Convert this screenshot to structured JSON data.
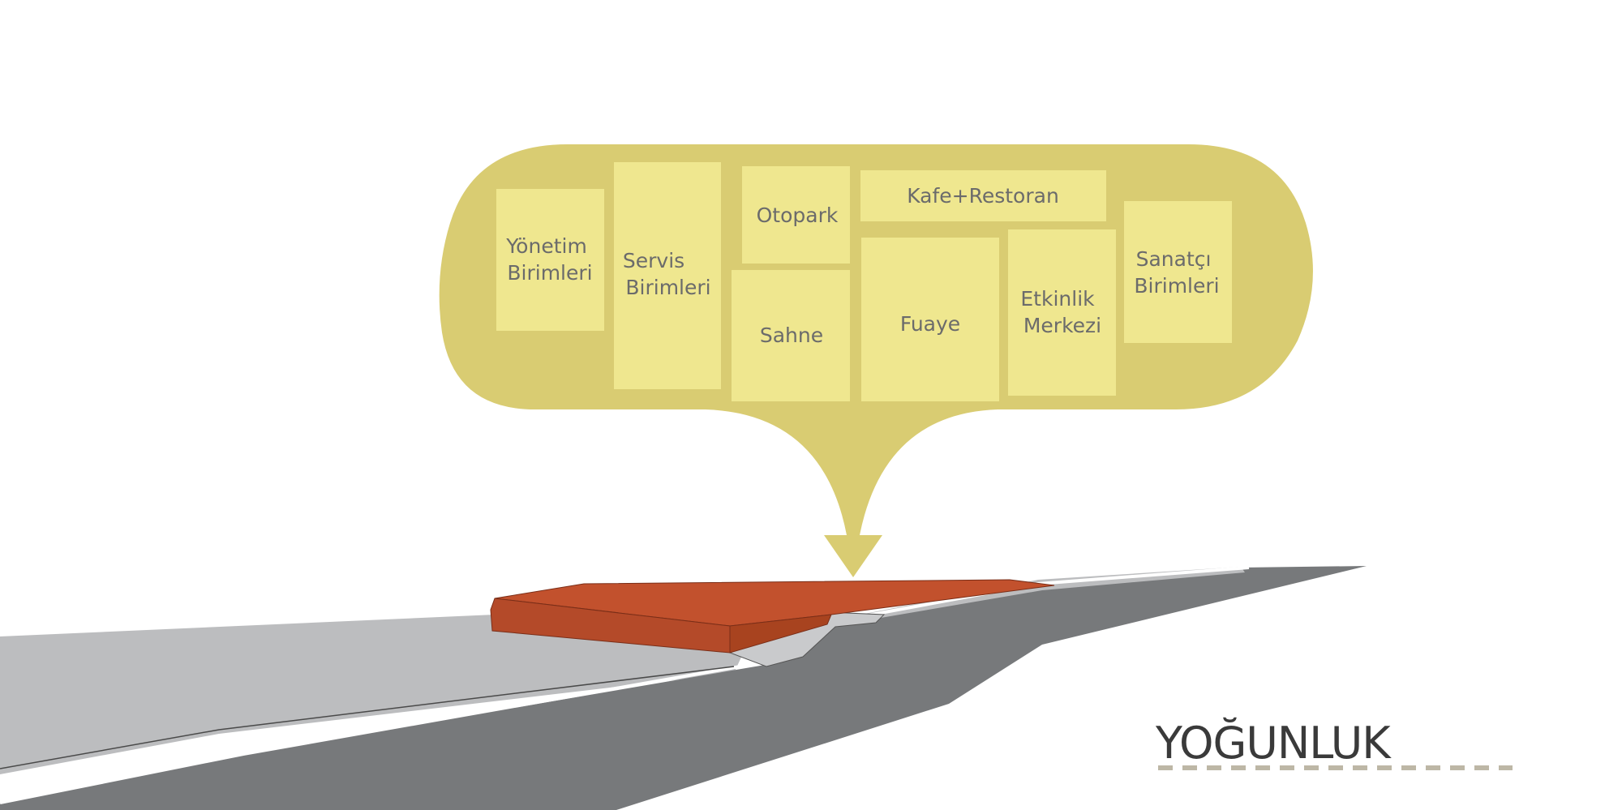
{
  "colors": {
    "bubble": "#d9cc72",
    "room": "#efe78f",
    "building_top": "#c2512d",
    "building_side": "#b44a29",
    "road_light": "#bcbdbf",
    "road_dark": "#77797b",
    "title_underline": "#bdb7a6"
  },
  "rooms": [
    {
      "id": "yonetim",
      "lines": [
        "Yönetim",
        "Birimleri"
      ]
    },
    {
      "id": "servis",
      "lines": [
        "Servis",
        "Birimleri"
      ]
    },
    {
      "id": "otopark",
      "lines": [
        "Otopark"
      ]
    },
    {
      "id": "kafe",
      "lines": [
        "Kafe+Restoran"
      ]
    },
    {
      "id": "sahne",
      "lines": [
        "Sahne"
      ]
    },
    {
      "id": "fuaye",
      "lines": [
        "Fuaye"
      ]
    },
    {
      "id": "etkinlik",
      "lines": [
        "Etkinlik",
        "Merkezi"
      ]
    },
    {
      "id": "sanatci",
      "lines": [
        "Sanatçı",
        "Birimleri"
      ]
    }
  ],
  "title": "YOĞUNLUK"
}
